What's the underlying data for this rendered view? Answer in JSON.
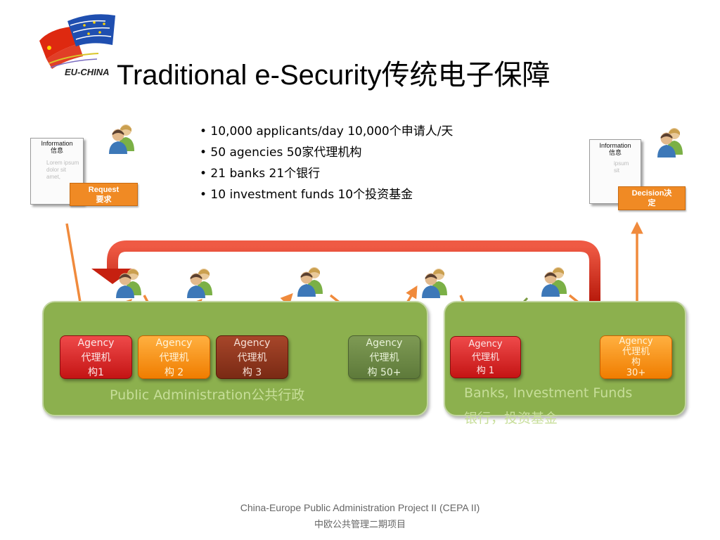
{
  "slide": {
    "title": "Traditional e-Security传统电子保障",
    "logo_text": "EU-CHINA"
  },
  "bullets": [
    "• 10,000 applicants/day 10,000个申请人/天",
    "• 50 agencies 50家代理机构",
    "• 21 banks 21个银行",
    "• 10 investment funds  10个投资基金"
  ],
  "left_doc": {
    "title_en": "Information",
    "title_cn": "信息",
    "lorem": [
      "Lorem ipsum",
      "dolor sit",
      "amet,"
    ],
    "label_en": "Request",
    "label_cn": "要求"
  },
  "right_doc": {
    "title_en": "Information",
    "title_cn": "信息",
    "lorem": [
      "ipsum",
      "sit"
    ],
    "label_line1": "Decision决",
    "label_line2": "定"
  },
  "public_admin": {
    "label": "Public Administration公共行政",
    "agencies": [
      {
        "line1": "Agency",
        "line2": "代理机",
        "line3": "构1",
        "color": "red"
      },
      {
        "line1": "Agency",
        "line2": "代理机",
        "line3": "构 2",
        "color": "orange"
      },
      {
        "line1": "Agency",
        "line2": "代理机",
        "line3": "构 3",
        "color": "brown"
      },
      {
        "line1": "Agency",
        "line2": "代理机",
        "line3": "构 50+",
        "color": "green"
      }
    ]
  },
  "banks": {
    "label_en": "Banks,  Investment Funds",
    "label_cn": "银行，投资基金",
    "agencies": [
      {
        "line1": "Agency",
        "line2": "代理机",
        "line3": "构 1",
        "color": "red"
      },
      {
        "line1": "Agency",
        "line2": "代理机",
        "line3": "构",
        "line4": "30+",
        "color": "orange"
      }
    ]
  },
  "footer": {
    "line1": "China-Europe Public Administration Project II (CEPA II)",
    "line2": "中欧公共管理二期项目"
  },
  "colors": {
    "panel_green": "#8cb04e",
    "arrow_orange": "#f08a3c",
    "return_arrow_red": "#d42a1a",
    "label_orange": "#f08a24"
  }
}
